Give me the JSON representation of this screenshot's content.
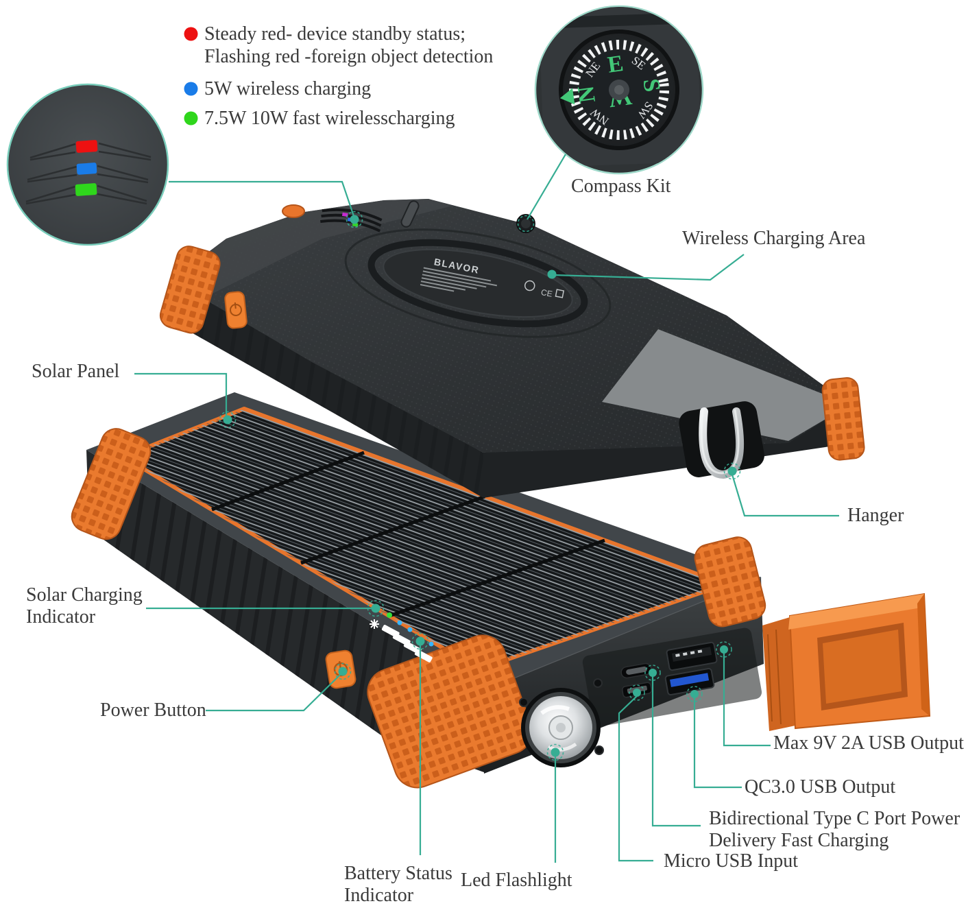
{
  "colors": {
    "callout": "#36ad93",
    "orange": "#e8752c",
    "text": "#3a3a3a",
    "usb_blue": "#2257d0",
    "compass_green": "#43c878"
  },
  "legend": {
    "items": [
      {
        "color": "#ed1111",
        "text": "Steady red- device standby status; Flashing red -foreign object detection"
      },
      {
        "color": "#1a7ce8",
        "text": "5W wireless charging"
      },
      {
        "color": "#2fd61c",
        "text": "7.5W 10W fast wirelesscharging"
      }
    ]
  },
  "labels": {
    "compass_kit": "Compass Kit",
    "wireless_charging_area": "Wireless Charging Area",
    "solar_panel": "Solar Panel",
    "hanger": "Hanger",
    "solar_charging_indicator": "Solar Charging Indicator",
    "power_button": "Power Button",
    "max_usb_output": "Max 9V 2A USB Output",
    "qc_usb_output": "QC3.0 USB Output",
    "type_c_port": "Bidirectional Type C Port Power Delivery Fast Charging",
    "micro_usb_input": "Micro USB Input",
    "battery_status_indicator": "Battery Status Indicator",
    "led_flashlight": "Led Flashlight"
  },
  "device": {
    "brand": "BLAVOR",
    "cert": "CE",
    "compass_directions": [
      "N",
      "E",
      "S",
      "W"
    ],
    "compass_intercardinals": [
      "NE",
      "SE",
      "SW",
      "NW"
    ]
  }
}
